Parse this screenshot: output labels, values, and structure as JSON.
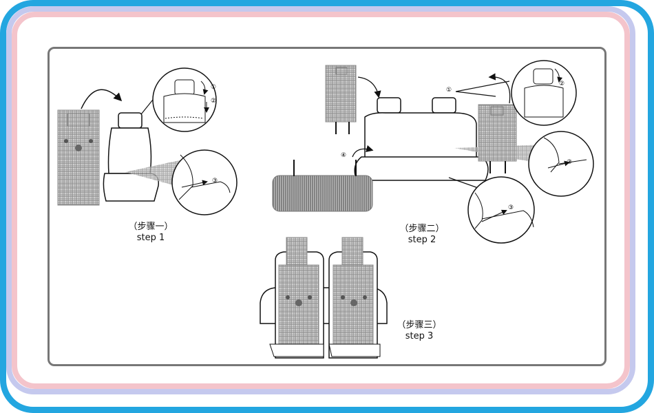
{
  "steps": [
    {
      "zh": "（步骤一）",
      "en": "step 1"
    },
    {
      "zh": "（步骤二）",
      "en": "step 2"
    },
    {
      "zh": "（步骤三）",
      "en": "step 3"
    }
  ],
  "callout_markers": {
    "one": "①",
    "two": "②",
    "three": "③",
    "four": "④"
  },
  "colors": {
    "frame_blue": "#23a6e0",
    "frame_lavender": "#c5c9ee",
    "frame_pink": "#f4c4cb",
    "panel_border": "#777777",
    "cover_fill": "#b9b9b9",
    "line": "#111111"
  }
}
